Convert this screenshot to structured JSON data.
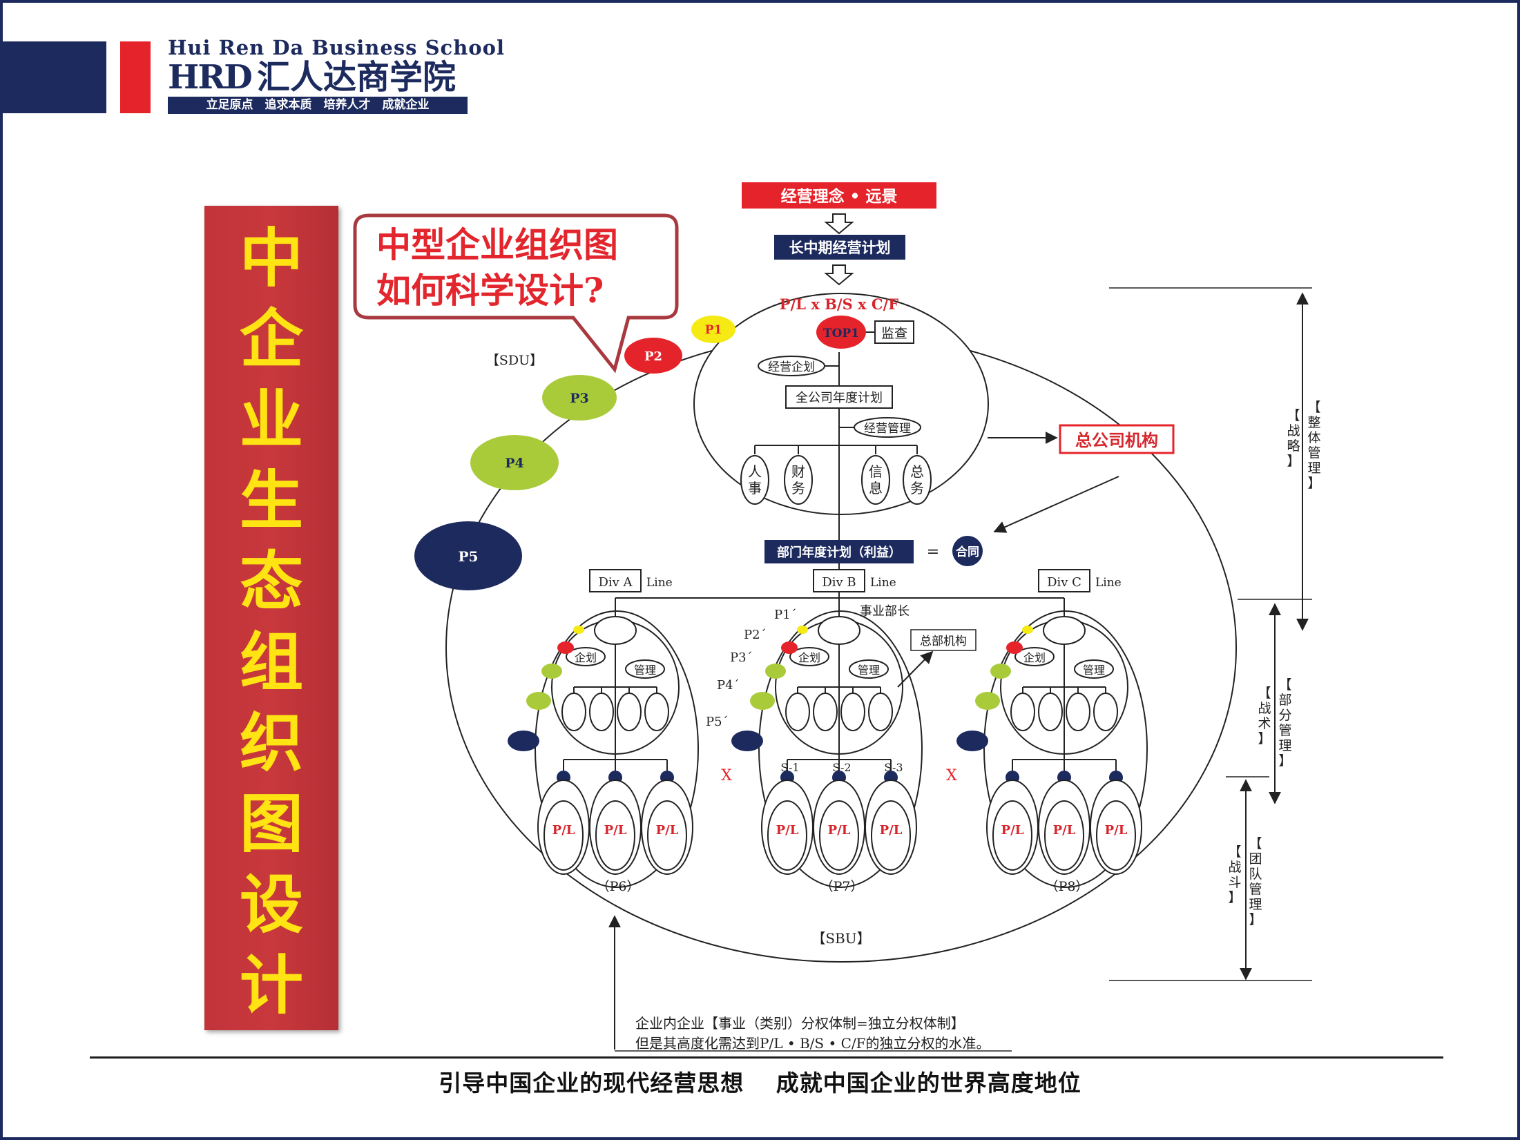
{
  "header": {
    "school_en": "Hui Ren Da Business School",
    "logo_text": "HRD",
    "school_cn": "汇人达商学院",
    "slogan": "立足原点　追求本质　培养人才　成就企业"
  },
  "banner": {
    "title": "中企业生态组织图设计"
  },
  "callout": {
    "line1": "中型企业组织图",
    "line2": "如何科学设计?"
  },
  "diagram": {
    "vision": "经营理念 • 远景",
    "long_plan": "长中期经营计划",
    "plbscf": "P/L x B/S x C/F",
    "sdu": "【SDU】",
    "sbu": "【SBU】",
    "top1": "TOP1",
    "supervision": "监查",
    "planning": "经营企划",
    "annual_plan": "全公司年度计划",
    "management": "经营管理",
    "depts": [
      "人事",
      "财务",
      "信息",
      "总务"
    ],
    "hq": "总公司机构",
    "dept_plan": "部门年度计划（利益）",
    "equals": "=",
    "contract": "合同",
    "p_sdu": [
      "P1",
      "P2",
      "P3",
      "P4",
      "P5"
    ],
    "p_prime": [
      "P1´",
      "P2´",
      "P3´",
      "P4´",
      "P5´"
    ],
    "div_labels": [
      "Div A",
      "Div B",
      "Div C"
    ],
    "line_label": "Line",
    "biz_head": "事业部长",
    "hq_dept": "总部机构",
    "div_planning": "企划",
    "div_management": "管理",
    "s_labels": [
      "S-1",
      "S-2",
      "S-3"
    ],
    "pl": "P/L",
    "groups": [
      "（P6）",
      "（P7）",
      "（P8）"
    ],
    "x_mark": "X",
    "note_line1": "企业内企业【事业（类别）分权体制=独立分权体制】",
    "note_line2": "但是其高度化需达到P/L • B/S • C/F的独立分权的水准。"
  },
  "sidebar_labels": {
    "strategy": {
      "left": "【战略】",
      "right": "【整体管理】"
    },
    "tactics": {
      "left": "【战术】",
      "right": "【部分管理】"
    },
    "combat": {
      "left": "【战斗】",
      "right": "【团队管理】"
    }
  },
  "footer": {
    "text": "引导中国企业的现代经营思想　 成就中国企业的世界高度地位"
  },
  "colors": {
    "navy": "#1c2a5e",
    "red": "#e5232a",
    "yellow": "#f5ea14",
    "green": "#a9cb3a",
    "banner": "#c1343a",
    "banner_text": "#ffe313"
  }
}
